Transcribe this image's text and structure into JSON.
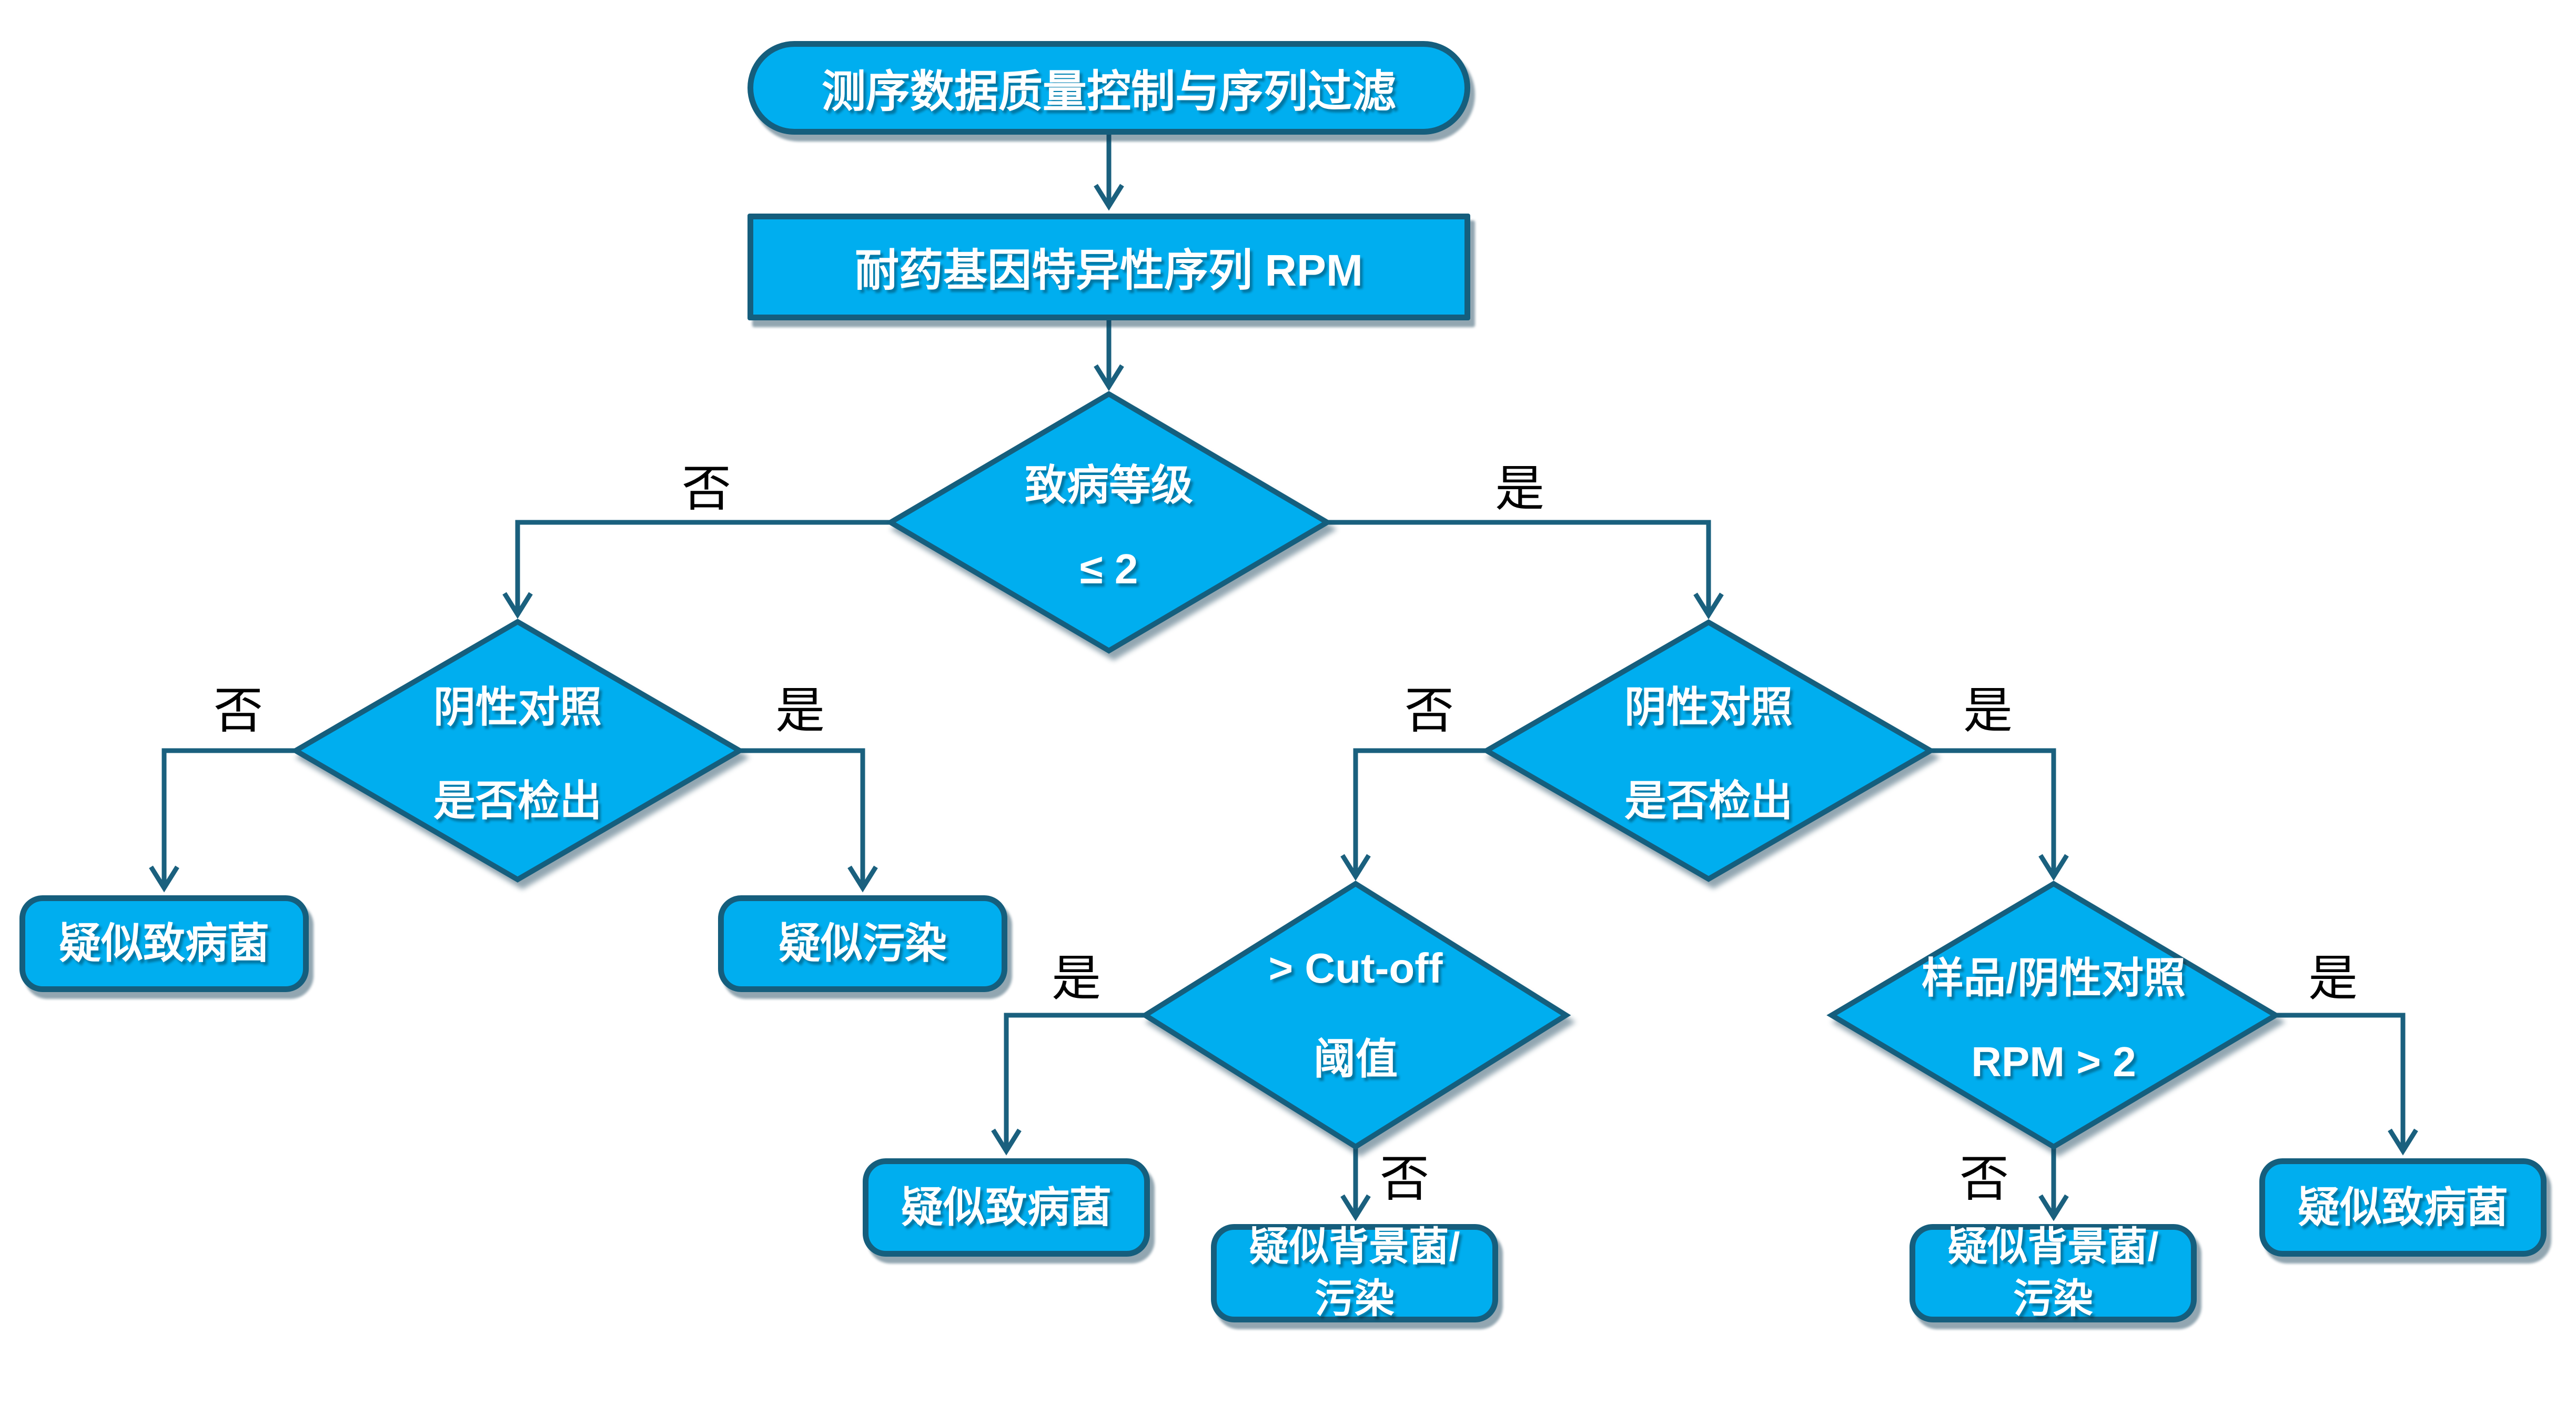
{
  "colors": {
    "shape_fill": "#00AEEF",
    "shape_border": "#155E7D",
    "arrow": "#1A607E",
    "shape_text": "#FFFFFF",
    "branch_label": "#000000",
    "page_bg": "#FFFFFF"
  },
  "nodes": {
    "start": {
      "label": "测序数据质量控制与序列过滤"
    },
    "rpm": {
      "label": "耐药基因特异性序列 RPM"
    },
    "d_level": {
      "line1": "致病等级",
      "line2": "≤ 2"
    },
    "d_neg_left": {
      "line1": "阴性对照",
      "line2": "是否检出"
    },
    "d_neg_right": {
      "line1": "阴性对照",
      "line2": "是否检出"
    },
    "d_cutoff": {
      "line1": "> Cut-off",
      "line2": "阈值"
    },
    "d_ratio": {
      "line1": "样品/阴性对照",
      "line2": "RPM > 2"
    },
    "r_pathogen_left": {
      "label": "疑似致病菌"
    },
    "r_contamination": {
      "label": "疑似污染"
    },
    "r_pathogen_mid": {
      "label": "疑似致病菌"
    },
    "r_background_mid": {
      "line1": "疑似背景菌/",
      "line2": "污染"
    },
    "r_background_right": {
      "line1": "疑似背景菌/",
      "line2": "污染"
    },
    "r_pathogen_right": {
      "label": "疑似致病菌"
    }
  },
  "labels": {
    "d_level_no": "否",
    "d_level_yes": "是",
    "d_neg_left_no": "否",
    "d_neg_left_yes": "是",
    "d_neg_right_no": "否",
    "d_neg_right_yes": "是",
    "d_cutoff_yes": "是",
    "d_cutoff_no": "否",
    "d_ratio_yes": "是",
    "d_ratio_no": "否"
  }
}
